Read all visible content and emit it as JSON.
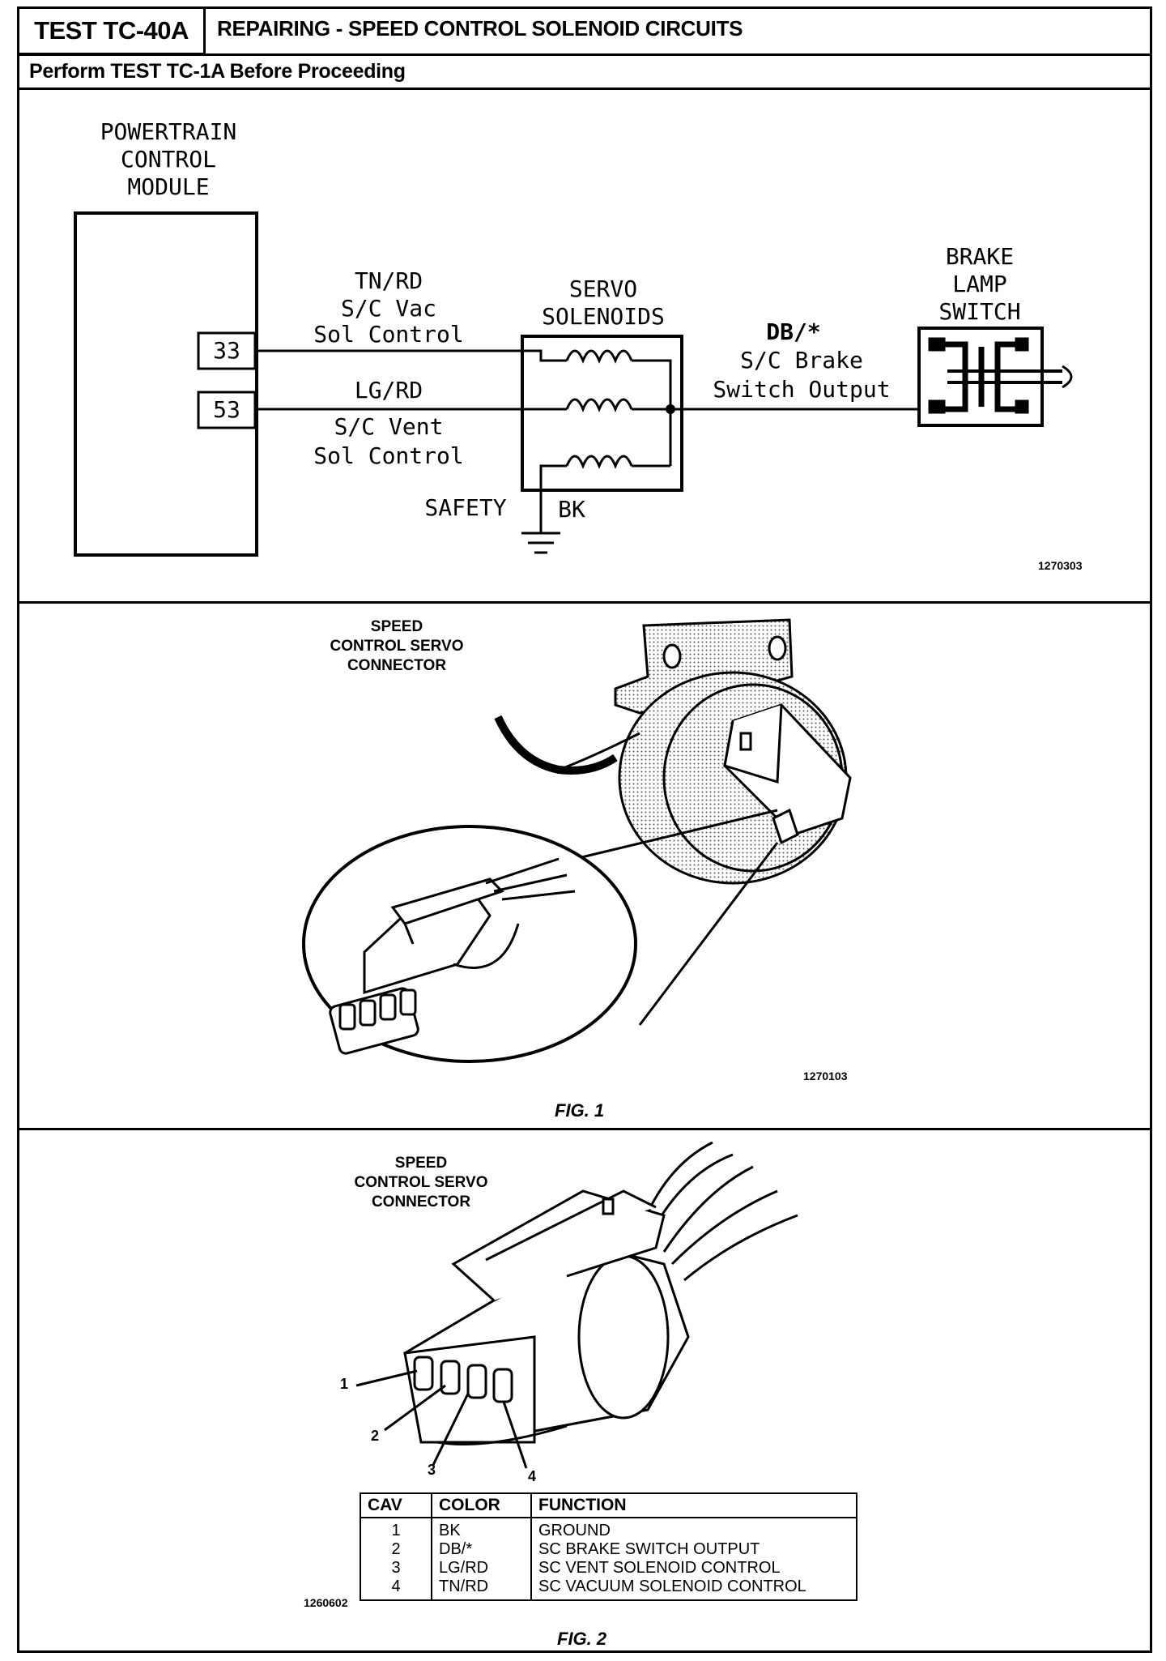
{
  "header": {
    "test_id": "TEST TC-40A",
    "title": "REPAIRING - SPEED CONTROL SOLENOID CIRCUITS",
    "subtitle": "Perform TEST TC-1A Before Proceeding"
  },
  "schematic": {
    "pcm_label_1": "POWERTRAIN",
    "pcm_label_2": "CONTROL",
    "pcm_label_3": "MODULE",
    "pin_33": "33",
    "pin_53": "53",
    "wire1_color": "TN/RD",
    "wire1_name_1": "S/C Vac",
    "wire1_name_2": "Sol Control",
    "wire2_color": "LG/RD",
    "wire2_name_1": "S/C Vent",
    "wire2_name_2": "Sol Control",
    "servo_label_1": "SERVO",
    "servo_label_2": "SOLENOIDS",
    "safety_label": "SAFETY",
    "ground_color": "BK",
    "brake_wire_color": "DB/*",
    "brake_wire_name_1": "S/C Brake",
    "brake_wire_name_2": "Switch Output",
    "brake_label_1": "BRAKE",
    "brake_label_2": "LAMP",
    "brake_label_3": "SWITCH",
    "code": "1270303"
  },
  "fig1": {
    "caption_1": "SPEED",
    "caption_2": "CONTROL SERVO",
    "caption_3": "CONNECTOR",
    "code": "1270103",
    "label": "FIG. 1"
  },
  "fig2": {
    "caption_1": "SPEED",
    "caption_2": "CONTROL SERVO",
    "caption_3": "CONNECTOR",
    "pins": [
      "1",
      "2",
      "3",
      "4"
    ],
    "code": "1260602",
    "label": "FIG. 2",
    "table": {
      "headers": [
        "CAV",
        "COLOR",
        "FUNCTION"
      ],
      "rows": [
        {
          "cav": "1",
          "color": "BK",
          "function": "GROUND"
        },
        {
          "cav": "2",
          "color": "DB/*",
          "function": "SC BRAKE SWITCH OUTPUT"
        },
        {
          "cav": "3",
          "color": "LG/RD",
          "function": "SC VENT SOLENOID CONTROL"
        },
        {
          "cav": "4",
          "color": "TN/RD",
          "function": "SC VACUUM SOLENOID CONTROL"
        }
      ]
    }
  }
}
